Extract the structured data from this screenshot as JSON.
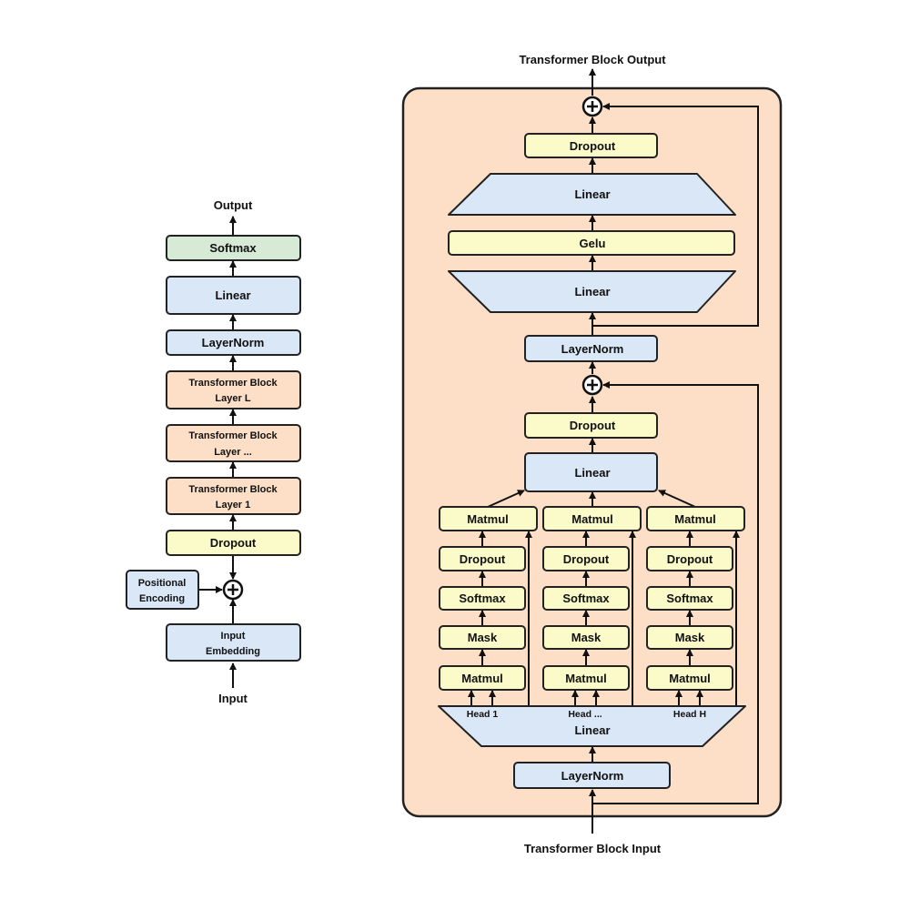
{
  "colors": {
    "blue": "#dae7f7",
    "yellow": "#fbfbc9",
    "peach": "#fcdfc6",
    "green": "#d6ead6",
    "stroke": "#222222"
  },
  "left": {
    "output": "Output",
    "softmax": "Softmax",
    "linear": "Linear",
    "layernorm": "LayerNorm",
    "block_l": [
      "Transformer Block",
      "Layer L"
    ],
    "block_dots": [
      "Transformer Block",
      "Layer ..."
    ],
    "block_1": [
      "Transformer Block",
      "Layer 1"
    ],
    "dropout": "Dropout",
    "positional_encoding": [
      "Positional",
      "Encoding"
    ],
    "input_embedding": [
      "Input",
      "Embedding"
    ],
    "input": "Input"
  },
  "right": {
    "output": "Transformer Block Output",
    "dropout_top": "Dropout",
    "linear_expand": "Linear",
    "gelu": "Gelu",
    "linear_contract": "Linear",
    "layernorm_mid": "LayerNorm",
    "dropout_mid": "Dropout",
    "linear_proj": "Linear",
    "heads": [
      {
        "label": "Head 1",
        "matmul_top": "Matmul",
        "dropout": "Dropout",
        "softmax": "Softmax",
        "mask": "Mask",
        "matmul_bottom": "Matmul"
      },
      {
        "label": "Head ...",
        "matmul_top": "Matmul",
        "dropout": "Dropout",
        "softmax": "Softmax",
        "mask": "Mask",
        "matmul_bottom": "Matmul"
      },
      {
        "label": "Head H",
        "matmul_top": "Matmul",
        "dropout": "Dropout",
        "softmax": "Softmax",
        "mask": "Mask",
        "matmul_bottom": "Matmul"
      }
    ],
    "linear_qkv": "Linear",
    "layernorm_bottom": "LayerNorm",
    "input": "Transformer Block Input"
  }
}
